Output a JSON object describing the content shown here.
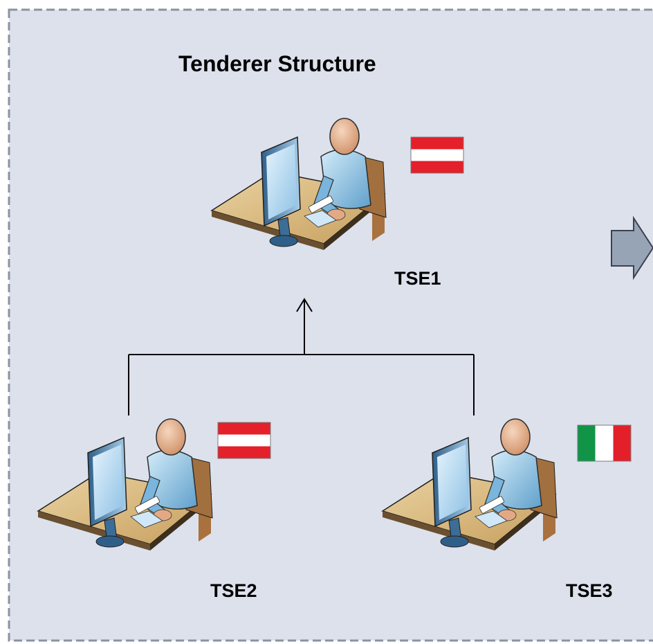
{
  "title": "Tenderer Structure",
  "colors": {
    "panel_background": "#dce1ec",
    "panel_border": "#8b93a1",
    "connector": "#000000",
    "arrow_fill": "#97a4b5",
    "arrow_stroke": "#3c4150",
    "desk": "#d9b77d",
    "monitor": "#a7cbe6",
    "person_shirt": "#9ccbe6",
    "skin": "#e9b78f"
  },
  "nodes": [
    {
      "id": "TSE1",
      "label": "TSE1",
      "flag": "austria-flag-icon",
      "role": "parent"
    },
    {
      "id": "TSE2",
      "label": "TSE2",
      "flag": "austria-flag-icon",
      "role": "member"
    },
    {
      "id": "TSE3",
      "label": "TSE3",
      "flag": "italy-flag-icon",
      "role": "member"
    }
  ],
  "edges": [
    {
      "from": "TSE2",
      "to": "TSE1"
    },
    {
      "from": "TSE3",
      "to": "TSE1"
    }
  ],
  "next_step_arrow": "right-block-arrow-icon"
}
